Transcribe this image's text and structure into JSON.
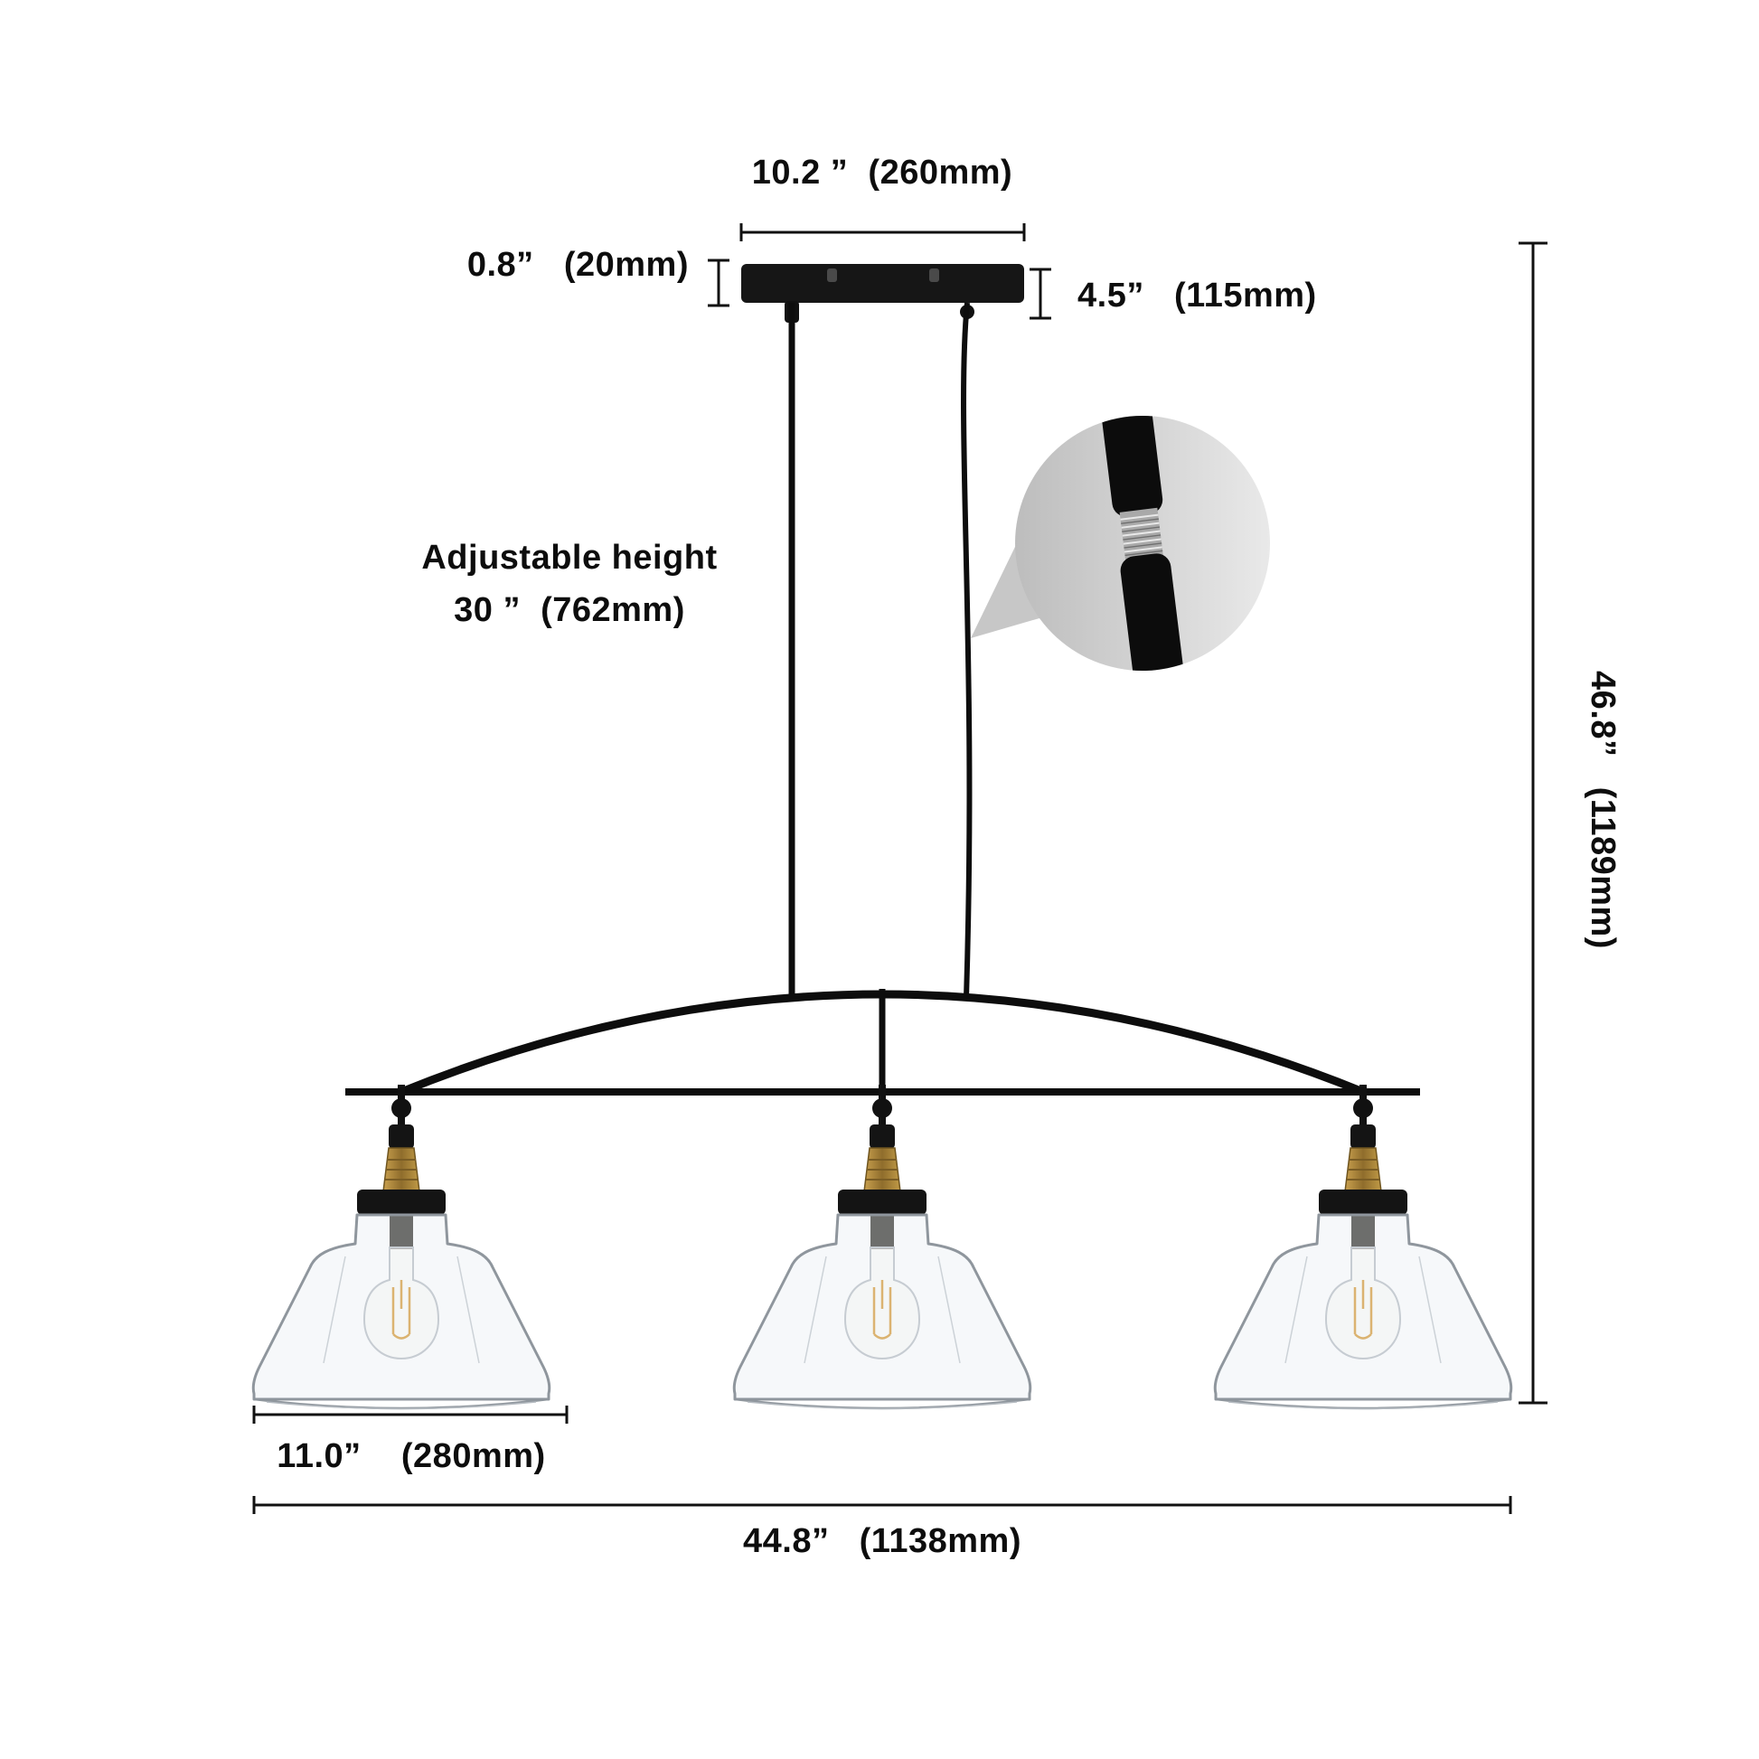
{
  "product": {
    "type": "3-light island pendant dimension diagram"
  },
  "annotations": {
    "canopy_length": "10.2 ”  (260mm)",
    "canopy_thickness": "0.8”   (20mm)",
    "canopy_depth": "4.5”   (115mm)",
    "adjustable_height_line1": "Adjustable height",
    "adjustable_height_line2": "30 ”  (762mm)",
    "total_height": "46.8”   (1189mm)",
    "shade_diameter": "11.0”    (280mm)",
    "overall_length": "44.8”   (1138mm)"
  },
  "colors": {
    "metal_black": "#111111",
    "brass": "#a8833c",
    "glass_stroke": "#8f969d",
    "filament_amber": "#d79a35",
    "zoom_gray": "#cccccc",
    "text": "#0d0d0d"
  }
}
